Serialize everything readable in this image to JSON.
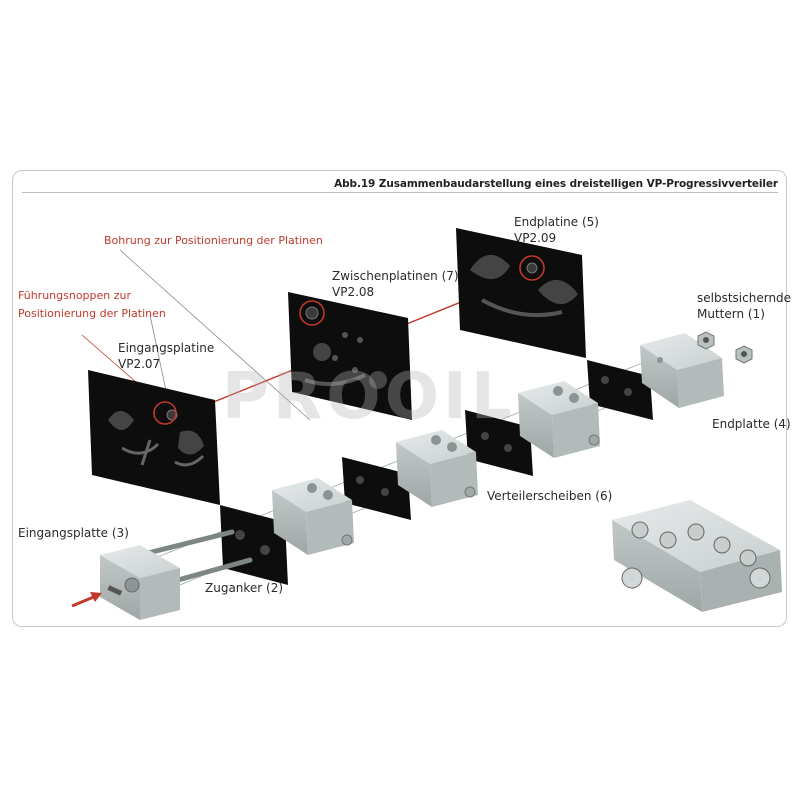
{
  "caption": "Abb.19 Zusammenbaudarstellung eines dreistelligen VP-Progressivverteiler",
  "watermark": "PROOIL",
  "labels": {
    "bohrung": "Bohrung zur Positionierung der Platinen",
    "fuehrung_line1": "Führungsnoppen zur",
    "fuehrung_line2": "Positionierung der Platinen",
    "eingangsplatine_line1": "Eingangsplatine",
    "eingangsplatine_line2": "VP2.07",
    "zwischenplatinen_line1": "Zwischenplatinen (7)",
    "zwischenplatinen_line2": "VP2.08",
    "endplatine_line1": "Endplatine (5)",
    "endplatine_line2": "VP2.09",
    "muttern_line1": "selbstsichernde",
    "muttern_line2": "Muttern (1)",
    "endplatte": "Endplatte (4)",
    "verteilerscheiben": "Verteilerscheiben (6)",
    "eingangsplatte": "Eingangsplatte (3)",
    "zuganker": "Zuganker (2)"
  },
  "colors": {
    "accent_red": "#c0392b",
    "plate_black": "#0d0d0d",
    "metal_light": "#d7dcdc",
    "metal_mid": "#b9c0c0",
    "metal_dark": "#9aa2a2"
  }
}
